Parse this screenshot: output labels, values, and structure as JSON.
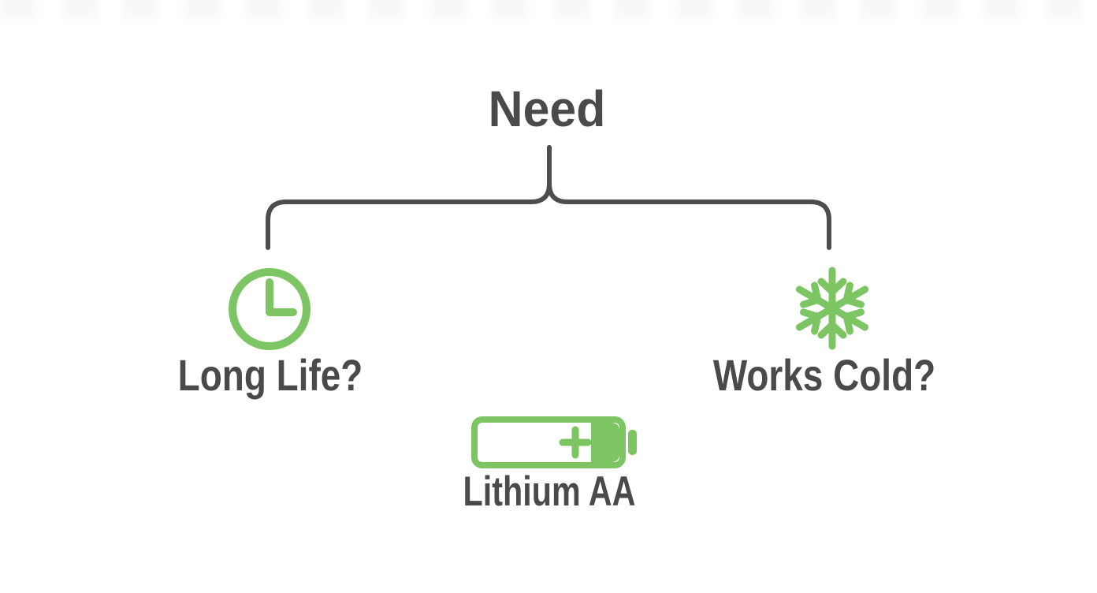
{
  "diagram": {
    "type": "decision-tree",
    "root": {
      "label": "Need"
    },
    "branches": [
      {
        "id": "long-life",
        "label": "Long Life?",
        "icon": "clock-icon"
      },
      {
        "id": "works-cold",
        "label": "Works Cold?",
        "icon": "snowflake-icon"
      }
    ],
    "result": {
      "label": "Lithium AA",
      "icon": "battery-icon"
    }
  },
  "colors": {
    "green": "#7cc562",
    "dark_text": "#4a4a4a",
    "connector": "#4d4d4d",
    "background": "#ffffff"
  }
}
